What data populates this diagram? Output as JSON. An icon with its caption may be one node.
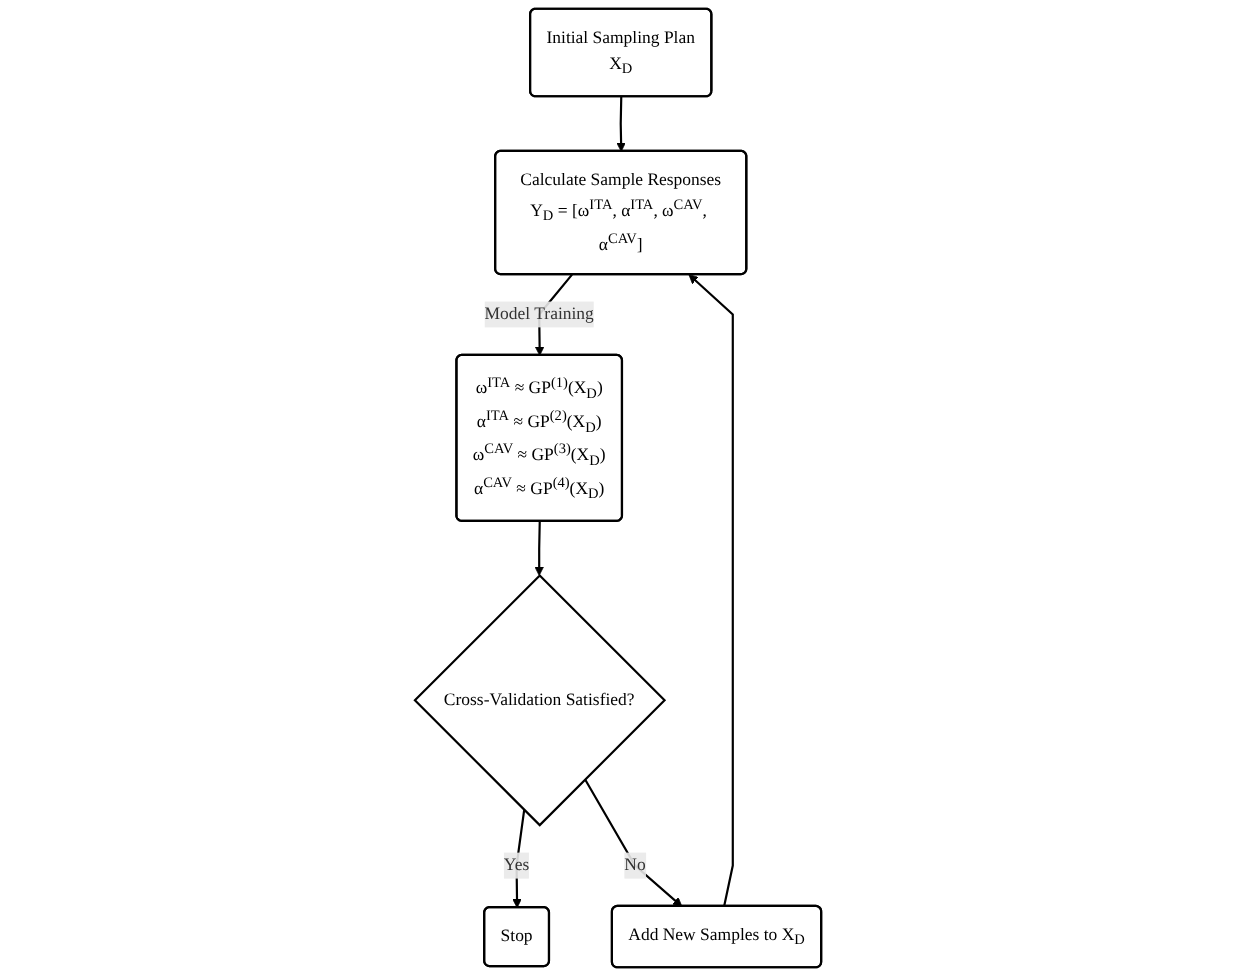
{
  "diagram": {
    "nodes": [
      {
        "text": [
          "Initial Sampling Plan",
          "X$_{D}$"
        ]
      },
      {
        "text": [
          "Calculate Sample Responses",
          "Y$_{D}$ = [ω$^{ITA}$, α$^{ITA}$, ω$^{CAV}$, α$^{CAV}$]"
        ]
      },
      {
        "text": [
          "ω$^{ITA}$ ≈ GP$^{(1)}$(X$_{D}$)",
          "α$^{ITA}$ ≈ GP$^{(2)}$(X$_{D}$)",
          "ω$^{CAV}$ ≈ GP$^{(3)}$(X$_{D}$)",
          "α$^{CAV}$ ≈ GP$^{(4)}$(X$_{D}$)"
        ]
      },
      {
        "text": [
          "Cross-Validation Satisfied?"
        ]
      },
      {
        "text": [
          "Stop"
        ]
      },
      {
        "text": [
          "Add New Samples to X$_{D}$"
        ]
      }
    ],
    "edges": [
      {
        "from": 0,
        "to": 1,
        "arrow": "to"
      },
      {
        "from": 1,
        "to": 2,
        "arrow": "to",
        "label": "Model Training"
      },
      {
        "from": 2,
        "to": 3,
        "arrow": "to"
      },
      {
        "from": 3,
        "to": 4,
        "arrow": "to",
        "label": "Yes"
      },
      {
        "from": 3,
        "to": 5,
        "arrow": "to",
        "label": "No"
      },
      {
        "from": 5,
        "to": 1,
        "arrow": "to"
      }
    ]
  }
}
